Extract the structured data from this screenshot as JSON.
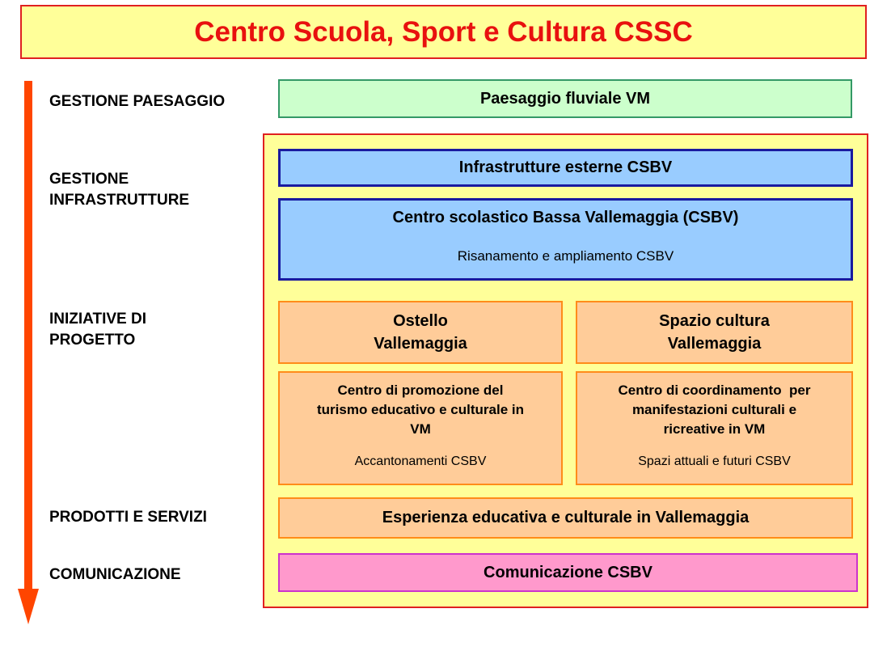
{
  "title": "Centro Scuola, Sport e Cultura CSSC",
  "colors": {
    "title_text": "#e8110f",
    "title_bg": "#ffff99",
    "arrow": "#ff4500",
    "landscape_bg": "#ccffcc",
    "infra_bg": "#99ccff",
    "initiative_bg": "#ffcc99",
    "communication_bg": "#ff99cc"
  },
  "rows": {
    "landscape": "GESTIONE PAESAGGIO",
    "infrastructure": [
      "GESTIONE",
      "INFRASTRUTTURE"
    ],
    "initiatives": [
      "INIZIATIVE DI",
      "PROGETTO"
    ],
    "products": "PRODOTTI E SERVIZI",
    "communication": "COMUNICAZIONE"
  },
  "boxes": {
    "landscape": "Paesaggio fluviale VM",
    "external_infra": "Infrastrutture esterne CSBV",
    "school_center": {
      "title": "Centro scolastico Bassa Vallemaggia (CSBV)",
      "subtitle": "Risanamento e ampliamento CSBV"
    },
    "hostel": [
      "Ostello",
      "Vallemaggia"
    ],
    "culture_space": [
      "Spazio cultura",
      "Vallemaggia"
    ],
    "tourism_center": {
      "title": [
        "Centro di promozione del",
        "turismo educativo e culturale in",
        "VM"
      ],
      "subtitle": "Accantonamenti CSBV"
    },
    "coordination_center": {
      "title": [
        "Centro di coordinamento  per",
        "manifestazioni culturali e",
        "ricreative in VM"
      ],
      "subtitle": "Spazi attuali e futuri CSBV"
    },
    "experience": "Esperienza educativa e culturale in Vallemaggia",
    "communication": "Comunicazione CSBV"
  }
}
